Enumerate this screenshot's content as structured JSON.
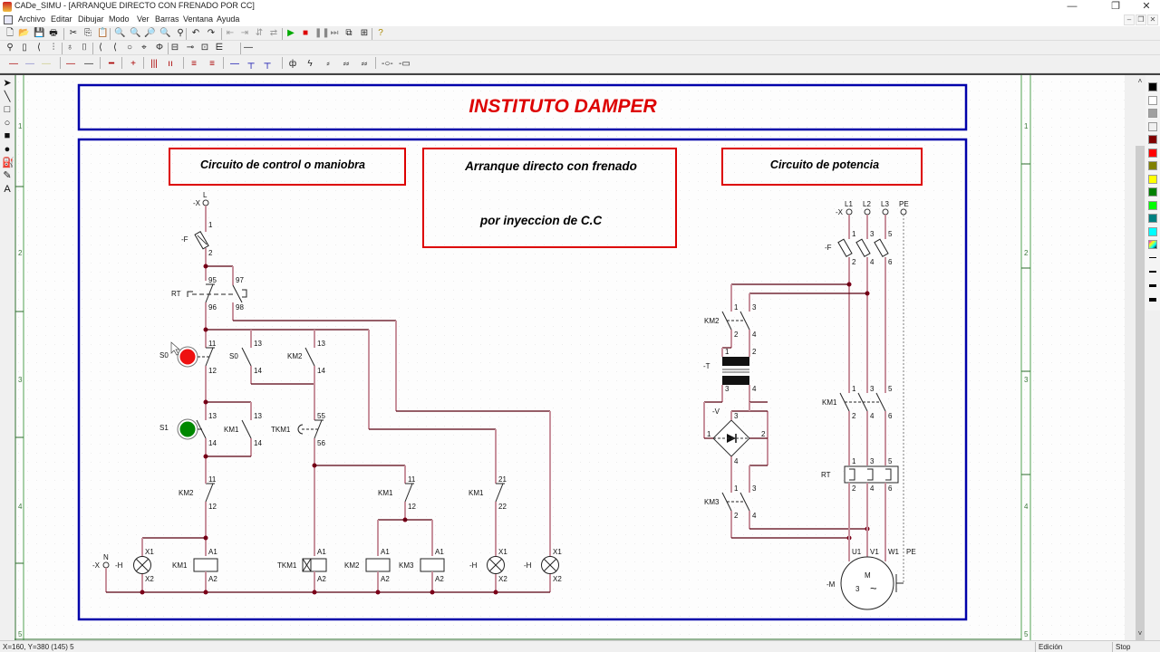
{
  "window": {
    "title": "CADe_SIMU - [ARRANQUE DIRECTO CON FRENADO POR CC]",
    "minimize": "—",
    "restore": "❐",
    "close": "✕"
  },
  "menubar": {
    "items": [
      "Archivo",
      "Editar",
      "Dibujar",
      "Modo",
      "Ver",
      "Barras",
      "Ventana",
      "Ayuda"
    ],
    "mdi_minimize": "–",
    "mdi_restore": "❐",
    "mdi_close": "✕"
  },
  "toolbar1": {
    "icons": [
      {
        "name": "new-file-icon",
        "glyph": "🗋"
      },
      {
        "name": "open-folder-icon",
        "glyph": "📂"
      },
      {
        "name": "save-icon",
        "glyph": "💾"
      },
      {
        "name": "print-icon",
        "glyph": "🖶"
      },
      {
        "name": "cut-icon",
        "glyph": "✂"
      },
      {
        "name": "copy-icon",
        "glyph": "⎘"
      },
      {
        "name": "paste-icon",
        "glyph": "📋"
      },
      {
        "name": "zoom-in-icon",
        "glyph": "🔍"
      },
      {
        "name": "zoom-out-icon",
        "glyph": "🔍"
      },
      {
        "name": "zoom-window-icon",
        "glyph": "🔎"
      },
      {
        "name": "zoom-fit-icon",
        "glyph": "🔍"
      },
      {
        "name": "zoom-previous-icon",
        "glyph": "⚲"
      },
      {
        "name": "undo-icon",
        "glyph": "↶"
      },
      {
        "name": "redo-icon",
        "glyph": "↷"
      },
      {
        "name": "align-left-icon",
        "glyph": "⇤"
      },
      {
        "name": "align-right-icon",
        "glyph": "⇥"
      },
      {
        "name": "flip-icon",
        "glyph": "⇵"
      },
      {
        "name": "rotate-icon",
        "glyph": "⇄"
      },
      {
        "name": "play-icon",
        "glyph": "▶"
      },
      {
        "name": "stop-icon",
        "glyph": "■"
      },
      {
        "name": "pause-icon",
        "glyph": "❚❚"
      },
      {
        "name": "step-icon",
        "glyph": "⏭"
      },
      {
        "name": "window-icon",
        "glyph": "⧉"
      },
      {
        "name": "window-list-icon",
        "glyph": "⊞"
      },
      {
        "name": "help-icon",
        "glyph": "?"
      }
    ]
  },
  "toolbar2": {
    "icons": [
      {
        "name": "supply-terminal-icon",
        "glyph": "⚲"
      },
      {
        "name": "fuse-icon",
        "glyph": "▯"
      },
      {
        "name": "switch-icon",
        "glyph": "⟨"
      },
      {
        "name": "triple-switch-icon",
        "glyph": "⫶"
      },
      {
        "name": "motor-icon",
        "glyph": "♁"
      },
      {
        "name": "coil-icon",
        "glyph": "⌷"
      },
      {
        "name": "contact-no-icon",
        "glyph": "⟨"
      },
      {
        "name": "contact-nc-icon",
        "glyph": "⟨"
      },
      {
        "name": "lamp-icon",
        "glyph": "○"
      },
      {
        "name": "pushbutton-icon",
        "glyph": "⌖"
      },
      {
        "name": "timer-icon",
        "glyph": "Φ"
      },
      {
        "name": "relay-icon",
        "glyph": "⊟"
      },
      {
        "name": "sensor-icon",
        "glyph": "⊸"
      },
      {
        "name": "plc-icon",
        "glyph": "⊡"
      },
      {
        "name": "connector-icon",
        "glyph": "⋿"
      },
      {
        "name": "line-icon",
        "glyph": "—"
      }
    ]
  },
  "toolbar3": {
    "icons": [
      {
        "name": "wire-red-icon",
        "glyph": "—"
      },
      {
        "name": "wire-blue-icon",
        "glyph": "—"
      },
      {
        "name": "wire-yellow-icon",
        "glyph": "—"
      },
      {
        "name": "wire-dark-red-icon",
        "glyph": "—"
      },
      {
        "name": "wire-black-icon",
        "glyph": "—"
      },
      {
        "name": "wire-thick-icon",
        "glyph": "━"
      },
      {
        "name": "wire-cross-icon",
        "glyph": "+"
      },
      {
        "name": "wire-triple-icon",
        "glyph": "|||"
      },
      {
        "name": "wire-bus-icon",
        "glyph": "ıı"
      },
      {
        "name": "bus-horizontal-icon",
        "glyph": "≡"
      },
      {
        "name": "bus-branch-icon",
        "glyph": "≡"
      },
      {
        "name": "wire-h-blue-icon",
        "glyph": "—"
      },
      {
        "name": "wire-t-blue-icon",
        "glyph": "┬"
      },
      {
        "name": "wire-t2-blue-icon",
        "glyph": "┬"
      },
      {
        "name": "terminal-icon",
        "glyph": "ф"
      },
      {
        "name": "terminal2-icon",
        "glyph": "ϟ"
      },
      {
        "name": "terminal-pair-icon",
        "glyph": "⸗"
      },
      {
        "name": "terminal-triple-icon",
        "glyph": "⸗⸗"
      },
      {
        "name": "terminal-quad-icon",
        "glyph": "⸗⸗"
      },
      {
        "name": "terminal-open-icon",
        "glyph": "-○-"
      },
      {
        "name": "terminal-box-icon",
        "glyph": "-▭"
      }
    ]
  },
  "lefttools": [
    {
      "name": "pointer-icon",
      "glyph": "➤"
    },
    {
      "name": "line-tool-icon",
      "glyph": "╲"
    },
    {
      "name": "rectangle-tool-icon",
      "glyph": "□"
    },
    {
      "name": "ellipse-tool-icon",
      "glyph": "○"
    },
    {
      "name": "filled-rectangle-tool-icon",
      "glyph": "■"
    },
    {
      "name": "filled-ellipse-tool-icon",
      "glyph": "●"
    },
    {
      "name": "fill-bucket-icon",
      "glyph": "⛽"
    },
    {
      "name": "pen-color-icon",
      "glyph": "✎"
    },
    {
      "name": "text-tool-icon",
      "glyph": "A"
    }
  ],
  "palette": {
    "colors": [
      "#000000",
      "#ffffff",
      "#a0a0a0",
      "#f0f0f0",
      "#800000",
      "#ff0000",
      "#808000",
      "#ffff00",
      "#008000",
      "#00ff00",
      "#008080",
      "#00ffff",
      "multi"
    ],
    "line_widths": [
      "thin",
      "medium",
      "thick",
      "thicker"
    ]
  },
  "ruler": {
    "rows": [
      "1",
      "2",
      "3",
      "4",
      "5"
    ]
  },
  "drawing": {
    "header_title": "INSTITUTO DAMPER",
    "control_box_label": "Circuito de control o maniobra",
    "main_title_line1": "Arranque directo con frenado",
    "main_title_line2": "por inyeccion de C.C",
    "power_box_label": "Circuito de potencia",
    "colors": {
      "frame_blue": "#0000aa",
      "box_red": "#dd0000",
      "wire_dark": "#5a0010",
      "wire_pink": "#c8909c",
      "title_red": "#dd0000",
      "stop_button": "#ee1111",
      "start_button": "#008800",
      "ruler_green": "#6aa86a"
    },
    "control": {
      "supply_terminal": {
        "ref": "-X",
        "pin": "L"
      },
      "fuse": {
        "ref": "-F",
        "pins": [
          "1",
          "2"
        ]
      },
      "thermal_relay": {
        "ref": "RT",
        "pins": [
          "95",
          "96",
          "97",
          "98"
        ]
      },
      "stop_button": {
        "ref": "S0",
        "pins": [
          "11",
          "12"
        ]
      },
      "aux_s0": {
        "ref": "S0",
        "pins": [
          "13",
          "14"
        ]
      },
      "aux_km2_no": {
        "ref": "KM2",
        "pins": [
          "13",
          "14"
        ]
      },
      "start_button": {
        "ref": "S1",
        "pins": [
          "13",
          "14"
        ]
      },
      "aux_km1_no": {
        "ref": "KM1",
        "pins": [
          "13",
          "14"
        ]
      },
      "timer_contact": {
        "ref": "TKM1",
        "pins": [
          "55",
          "56"
        ]
      },
      "interlock_km2": {
        "ref": "KM2",
        "pins": [
          "11",
          "12"
        ]
      },
      "interlock_km1_a": {
        "ref": "KM1",
        "pins": [
          "11",
          "12"
        ]
      },
      "interlock_km1_b": {
        "ref": "KM1",
        "pins": [
          "21",
          "22"
        ]
      },
      "neutral_terminal": {
        "ref": "-X",
        "pin": "N"
      },
      "lamp_1": {
        "ref": "-H",
        "pins": [
          "X1",
          "X2"
        ]
      },
      "coil_km1": {
        "ref": "KM1",
        "pins": [
          "A1",
          "A2"
        ]
      },
      "coil_tkm1": {
        "ref": "TKM1",
        "pins": [
          "A1",
          "A2"
        ]
      },
      "coil_km2": {
        "ref": "KM2",
        "pins": [
          "A1",
          "A2"
        ]
      },
      "coil_km3": {
        "ref": "KM3",
        "pins": [
          "A1",
          "A2"
        ]
      },
      "lamp_2": {
        "ref": "-H",
        "pins": [
          "X1",
          "X2"
        ]
      },
      "lamp_3": {
        "ref": "-H",
        "pins": [
          "X1",
          "X2"
        ]
      }
    },
    "power": {
      "supply_terminal": {
        "ref": "-X",
        "lines": [
          "L1",
          "L2",
          "L3",
          "PE"
        ]
      },
      "fuse": {
        "ref": "-F",
        "pins_top": [
          "1",
          "3",
          "5"
        ],
        "pins_bottom": [
          "2",
          "4",
          "6"
        ]
      },
      "contactor_km2": {
        "ref": "KM2",
        "pins_top": [
          "1",
          "3"
        ],
        "pins_bottom": [
          "2",
          "4"
        ]
      },
      "transformer": {
        "ref": "-T",
        "pins_top": [
          "1",
          "2"
        ],
        "pins_bottom": [
          "3",
          "4"
        ]
      },
      "rectifier": {
        "ref": "-V",
        "pins": [
          "1",
          "2",
          "3",
          "4"
        ]
      },
      "contactor_km3": {
        "ref": "KM3",
        "pins_top": [
          "1",
          "3"
        ],
        "pins_bottom": [
          "2",
          "4"
        ]
      },
      "contactor_km1": {
        "ref": "KM1",
        "pins_top": [
          "1",
          "3",
          "5"
        ],
        "pins_bottom": [
          "2",
          "4",
          "6"
        ]
      },
      "thermal_relay": {
        "ref": "RT",
        "pins_top": [
          "1",
          "3",
          "5"
        ],
        "pins_bottom": [
          "2",
          "4",
          "6"
        ]
      },
      "motor": {
        "ref": "-M",
        "terminals": [
          "U1",
          "V1",
          "W1",
          "PE"
        ],
        "label": "M",
        "phases": "3",
        "symbol": "~"
      }
    }
  },
  "statusbar": {
    "coords": "X=160, Y=380 (145) 5",
    "mode": "Edición",
    "sim_state": "Stop"
  }
}
